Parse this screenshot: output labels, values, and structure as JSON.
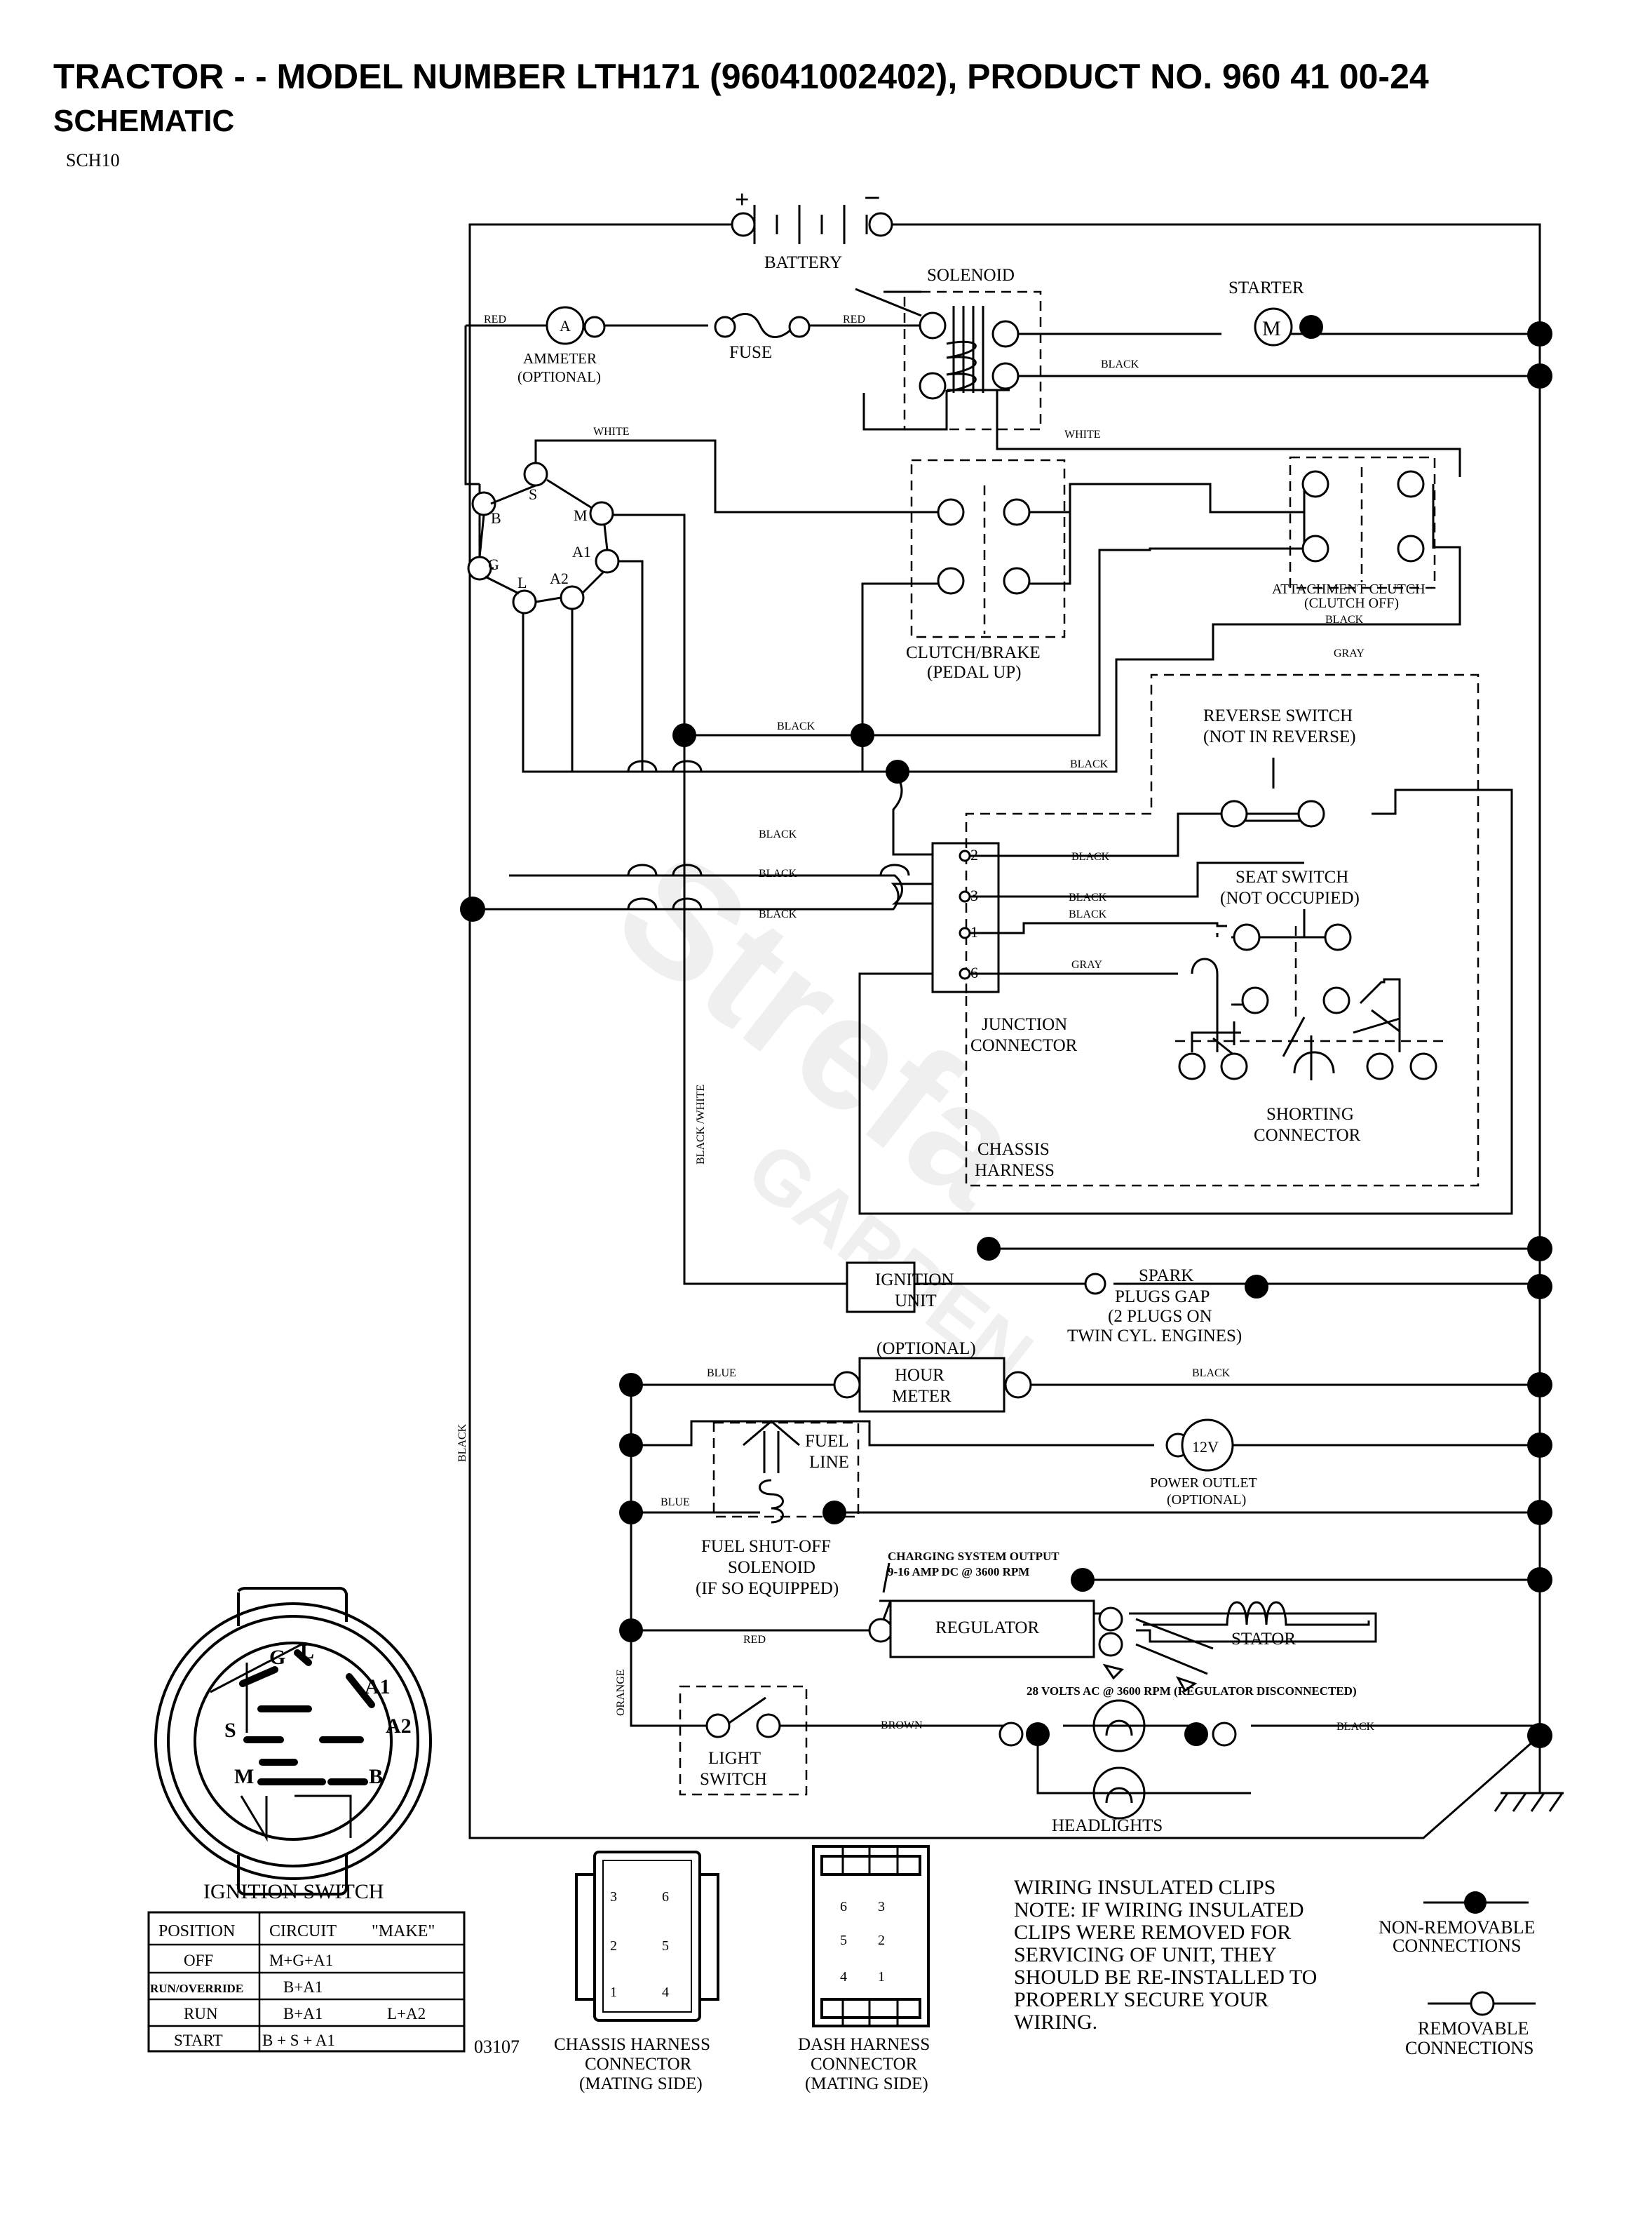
{
  "header": {
    "title": "TRACTOR - - MODEL NUMBER LTH171 (96041002402), PRODUCT NO. 960 41 00-24",
    "subtitle": "SCHEMATIC",
    "code": "SCH10"
  },
  "watermark": {
    "brand": "Strefa",
    "sub": "GARDEN"
  },
  "components": {
    "battery": "BATTERY",
    "battery_plus": "+",
    "battery_minus": "−",
    "solenoid": "SOLENOID",
    "starter": "STARTER",
    "starter_symbol": "M",
    "ammeter_symbol": "A",
    "ammeter": "AMMETER",
    "ammeter_opt": "(OPTIONAL)",
    "fuse": "FUSE",
    "clutch_brake": "CLUTCH/BRAKE",
    "clutch_brake_sub": "(PEDAL UP)",
    "attachment_clutch": "ATTACHMENT CLUTCH",
    "attachment_clutch_sub": "(CLUTCH OFF)",
    "reverse_switch": "REVERSE SWITCH",
    "reverse_switch_sub": "(NOT IN REVERSE)",
    "seat_switch": "SEAT SWITCH",
    "seat_switch_sub": "(NOT OCCUPIED)",
    "junction_1": "JUNCTION",
    "junction_2": "CONNECTOR",
    "shorting_1": "SHORTING",
    "shorting_2": "CONNECTOR",
    "chassis_1": "CHASSIS",
    "chassis_2": "HARNESS",
    "ignition_unit_1": "IGNITION",
    "ignition_unit_2": "UNIT",
    "spark_1": "SPARK",
    "spark_2": "PLUGS GAP",
    "spark_3": "(2 PLUGS ON",
    "spark_4": "TWIN CYL. ENGINES)",
    "hour_opt": "(OPTIONAL)",
    "hour_1": "HOUR",
    "hour_2": "METER",
    "fuel_line_1": "FUEL",
    "fuel_line_2": "LINE",
    "power_symbol": "12V",
    "power_1": "POWER OUTLET",
    "power_2": "(OPTIONAL)",
    "fuel_sol_1": "FUEL SHUT-OFF",
    "fuel_sol_2": "SOLENOID",
    "fuel_sol_3": "(IF SO EQUIPPED)",
    "charging_1": "CHARGING SYSTEM OUTPUT",
    "charging_2": "9-16 AMP DC @ 3600 RPM",
    "regulator": "REGULATOR",
    "stator": "STATOR",
    "volts_note": "28 VOLTS AC @ 3600 RPM (REGULATOR DISCONNECTED)",
    "light_1": "LIGHT",
    "light_2": "SWITCH",
    "headlights": "HEADLIGHTS",
    "ign_terms": [
      "S",
      "M",
      "B",
      "A1",
      "G",
      "L",
      "A2"
    ],
    "junction_pins": [
      "2",
      "3",
      "1",
      "6"
    ]
  },
  "wires": {
    "red": "RED",
    "black": "BLACK",
    "white": "WHITE",
    "gray": "GRAY",
    "blue": "BLUE",
    "brown": "BROWN",
    "orange": "ORANGE",
    "black_white": "BLACK /WHITE"
  },
  "ignition_switch": {
    "title": "IGNITION SWITCH",
    "pins": [
      "G",
      "L",
      "A1",
      "A2",
      "S",
      "M",
      "B"
    ],
    "headers": [
      "POSITION",
      "CIRCUIT",
      "\"MAKE\""
    ],
    "rows": [
      [
        "OFF",
        "M+G+A1",
        ""
      ],
      [
        "RUN/OVERRIDE",
        "B+A1",
        ""
      ],
      [
        "RUN",
        "B+A1",
        "L+A2"
      ],
      [
        "START",
        "B + S + A1",
        ""
      ]
    ],
    "code": "03107"
  },
  "connectors": {
    "chassis": [
      "CHASSIS HARNESS",
      "CONNECTOR",
      "(MATING SIDE)"
    ],
    "chassis_pins": [
      "3",
      "6",
      "2",
      "5",
      "1",
      "4"
    ],
    "dash": [
      "DASH HARNESS",
      "CONNECTOR",
      "(MATING SIDE)"
    ],
    "dash_pins": [
      "6",
      "3",
      "5",
      "2",
      "4",
      "1"
    ]
  },
  "notes": {
    "clips": [
      "WIRING INSULATED CLIPS",
      "NOTE:  IF WIRING INSULATED",
      "CLIPS WERE REMOVED FOR",
      "SERVICING OF UNIT, THEY",
      "SHOULD BE RE-INSTALLED TO",
      "PROPERLY SECURE YOUR",
      " WIRING."
    ]
  },
  "legend": {
    "non_removable": [
      "NON-REMOVABLE",
      "CONNECTIONS"
    ],
    "removable": [
      "REMOVABLE",
      "CONNECTIONS"
    ]
  }
}
